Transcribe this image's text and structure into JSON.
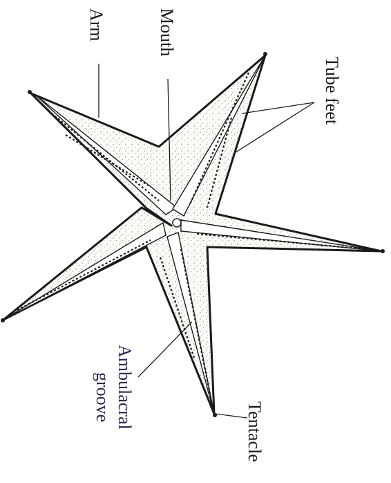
{
  "figure": {
    "labels": {
      "arm": "Arm",
      "mouth": "Mouth",
      "tube_feet": "Tube feet",
      "ambulacral_line1": "Ambulacral",
      "ambulacral_line2": "groove",
      "tentacle": "Tentacle"
    }
  }
}
